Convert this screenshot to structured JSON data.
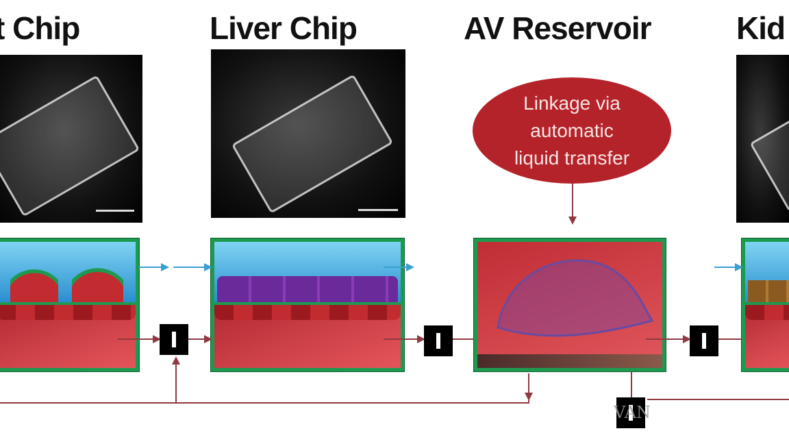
{
  "titles": {
    "gut": "t Chip",
    "liver": "Liver Chip",
    "reservoir": "AV Reservoir",
    "kidney": "Kid"
  },
  "callout": {
    "lines": [
      "Linkage via",
      "automatic",
      "liquid transfer"
    ],
    "color": "#b5232a"
  },
  "colors": {
    "chip_border": "#1e9a50",
    "media_channel": "#2a8ed0",
    "blood_channel": "#c43a40",
    "flow_line_blue": "#3a9fd0",
    "flow_line_red": "#8f3a40"
  },
  "icons": [
    "valve-icon",
    "arrow-right-icon"
  ],
  "watermark": "VAN"
}
